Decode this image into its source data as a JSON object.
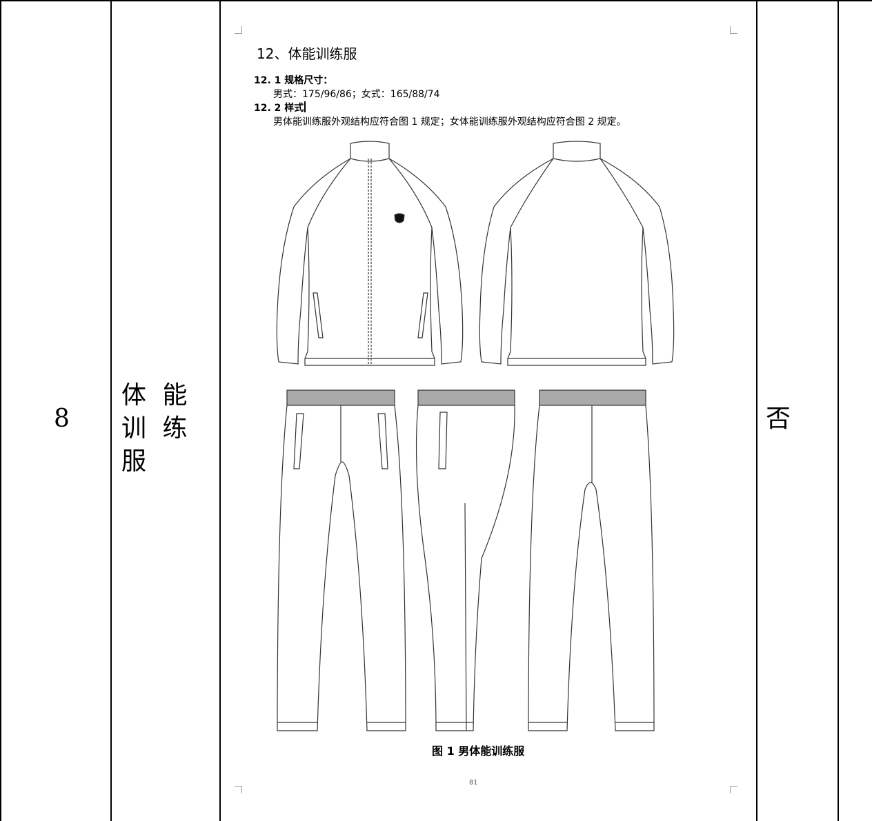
{
  "row": {
    "number": "8",
    "name": "体 能 训 练服",
    "flag": "否"
  },
  "document": {
    "heading": "12、体能训练服",
    "spec_heading": "12. 1 规格尺寸：",
    "spec_line": "男式：175/96/86；女式：165/88/74",
    "style_heading": "12. 2 样式",
    "style_line": "男体能训练服外观结构应符合图 1 规定；女体能训练服外观结构应符合图 2 规定。",
    "figure_caption": "图 1  男体能训练服",
    "page_number": "81"
  }
}
